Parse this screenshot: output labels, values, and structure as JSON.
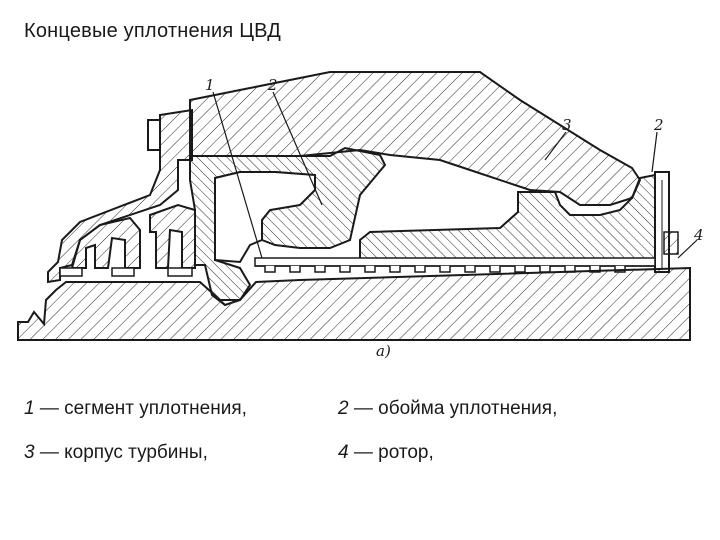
{
  "title": "Концевые уплотнения ЦВД",
  "figure": {
    "callouts": [
      "1",
      "2",
      "3",
      "2",
      "4"
    ],
    "caption": "а)"
  },
  "legend": [
    {
      "num": "1",
      "text": " — сегмент уплотнения,"
    },
    {
      "num": "2",
      "text": " — обойма уплотнения,"
    },
    {
      "num": "3",
      "text": " — корпус турбины,"
    },
    {
      "num": "4",
      "text": " — ротор,"
    }
  ]
}
